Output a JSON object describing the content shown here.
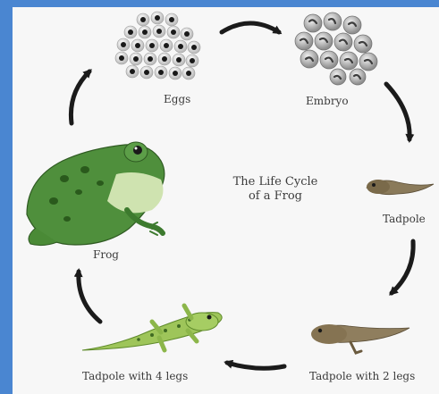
{
  "diagram": {
    "title_line1": "The Life Cycle",
    "title_line2": "of a Frog",
    "stages": {
      "eggs": "Eggs",
      "embryo": "Embryo",
      "tadpole": "Tadpole",
      "tadpole_2_legs": "Tadpole with 2 legs",
      "tadpole_4_legs": "Tadpole with 4 legs",
      "frog": "Frog"
    },
    "colors": {
      "background": "#4a86d1",
      "panel": "#f7f7f7",
      "arrow": "#1b1b1b",
      "frog_green": "#4f8f3c",
      "tadpole_brown": "#8a7a5a",
      "egg_gray": "#c8c8c8"
    }
  }
}
